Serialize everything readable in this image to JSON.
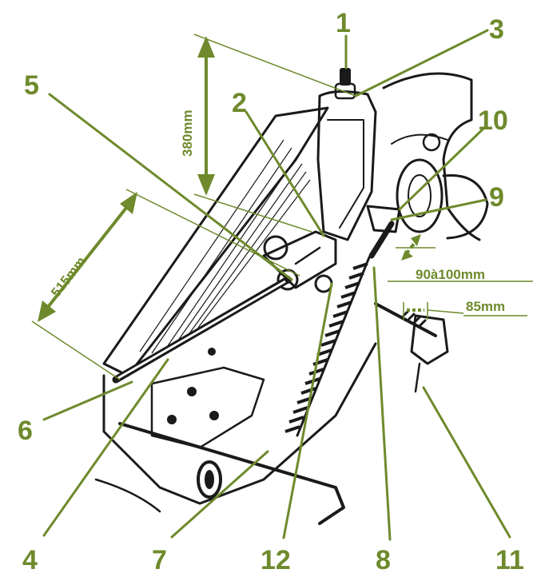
{
  "colors": {
    "accent": "#6e8a2c",
    "ink": "#1a1a1a",
    "background": "#ffffff"
  },
  "callouts": [
    "1",
    "2",
    "3",
    "4",
    "5",
    "6",
    "7",
    "8",
    "9",
    "10",
    "11",
    "12"
  ],
  "dimensions": {
    "d380": "380mm",
    "d515": "515mm",
    "d90_100": "90à100mm",
    "d85": "85mm"
  }
}
